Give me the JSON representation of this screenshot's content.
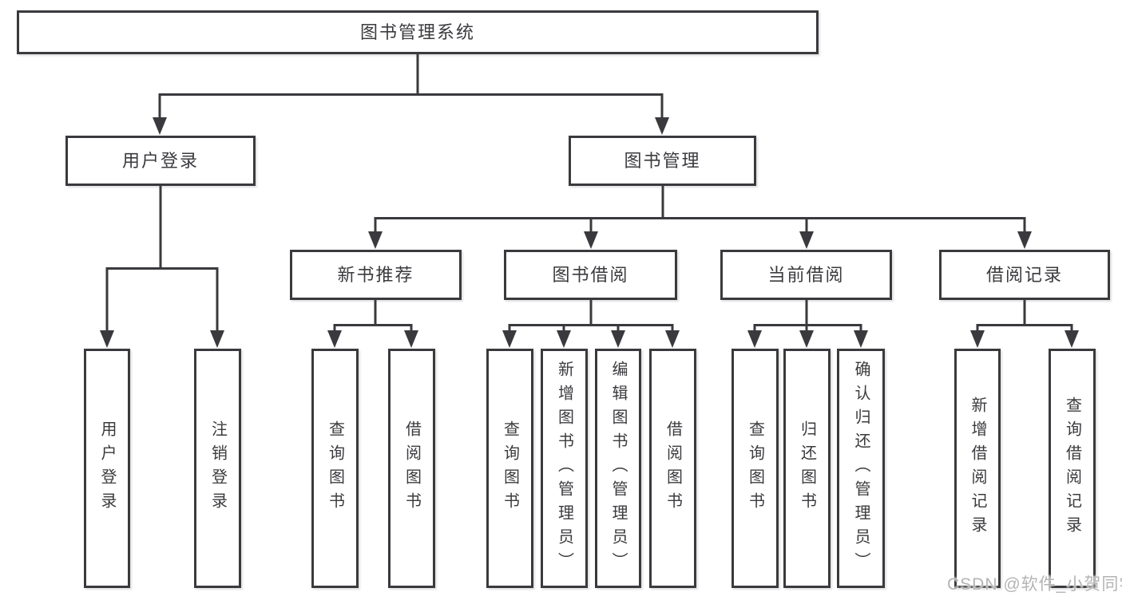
{
  "tree": {
    "root": {
      "label": "图书管理系统"
    },
    "branches": [
      {
        "label": "用户登录",
        "children": [
          {
            "label": "用户登录"
          },
          {
            "label": "注销登录"
          }
        ]
      },
      {
        "label": "图书管理",
        "children": [
          {
            "label": "新书推荐",
            "children": [
              {
                "label": "查询图书"
              },
              {
                "label": "借阅图书"
              }
            ]
          },
          {
            "label": "图书借阅",
            "children": [
              {
                "label": "查询图书"
              },
              {
                "label": "新增图书（管理员）"
              },
              {
                "label": "编辑图书（管理员）"
              },
              {
                "label": "借阅图书"
              }
            ]
          },
          {
            "label": "当前借阅",
            "children": [
              {
                "label": "查询图书"
              },
              {
                "label": "归还图书"
              },
              {
                "label": "确认归还（管理员）"
              }
            ]
          },
          {
            "label": "借阅记录",
            "children": [
              {
                "label": "新增借阅记录"
              },
              {
                "label": "查询借阅记录"
              }
            ]
          }
        ]
      }
    ]
  },
  "watermark": {
    "text": "CSDN @软件_小贺同学"
  },
  "colors": {
    "line": "#3a3a3e",
    "text": "#3b3b3f",
    "watermark": "#b4b4b4",
    "background": "#ffffff"
  }
}
